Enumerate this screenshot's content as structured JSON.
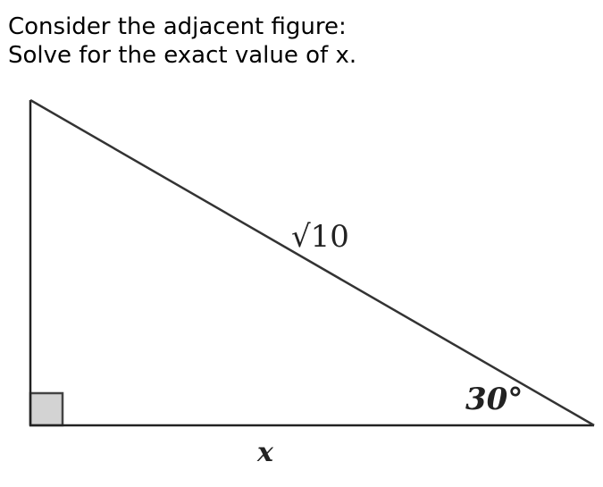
{
  "prompt": {
    "line1": "Consider the adjacent figure:",
    "line2": "Solve for the exact value of x."
  },
  "figure": {
    "hypotenuse_label": "√10",
    "base_label": "x",
    "angle_label": "30°",
    "right_angle_marker": "right-angle-square"
  },
  "colors": {
    "stroke": "#222222",
    "right_angle_fill": "#d3d3d3",
    "text": "#000000"
  }
}
